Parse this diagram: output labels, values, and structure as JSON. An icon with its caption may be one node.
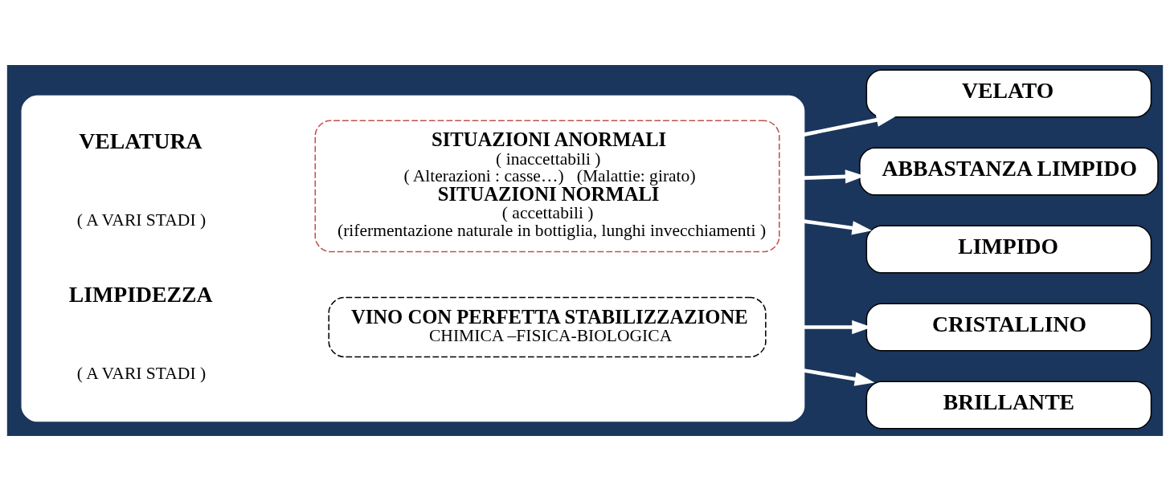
{
  "diagram": {
    "nodes": [
      {
        "text": [],
        "shape": "box"
      },
      {
        "text": [
          "SITUAZIONI ANORMALI",
          "( inaccettabili )",
          "( Alterazioni : casse…)   (Malattie: girato)",
          "SITUAZIONI NORMALI",
          "( accettabili )",
          "(rifermentazione naturale in bottiglia, lunghi invecchiamenti )"
        ],
        "in": 0
      },
      {
        "text": [
          "VINO CON PERFETTA STABILIZZAZIONE",
          "CHIMICA –FISICA-BIOLOGICA"
        ],
        "in": 0
      },
      {
        "text": [
          "VELATO"
        ]
      },
      {
        "text": [
          "ABBASTANZA LIMPIDO"
        ]
      },
      {
        "text": [
          "LIMPIDO"
        ]
      },
      {
        "text": [
          "CRISTALLINO"
        ]
      },
      {
        "text": [
          "BRILLANTE"
        ]
      }
    ],
    "edges": [
      {
        "from": 0,
        "to": 3,
        "arrow": "to"
      },
      {
        "from": 0,
        "to": 4,
        "arrow": "to"
      },
      {
        "from": 0,
        "to": 5,
        "arrow": "to"
      },
      {
        "from": 0,
        "to": 6,
        "arrow": "to"
      },
      {
        "from": 0,
        "to": 7,
        "arrow": "to"
      }
    ],
    "labels": [
      "VELATURA",
      "( A VARI STADI )",
      "LIMPIDEZZA",
      "( A VARI STADI )"
    ]
  }
}
